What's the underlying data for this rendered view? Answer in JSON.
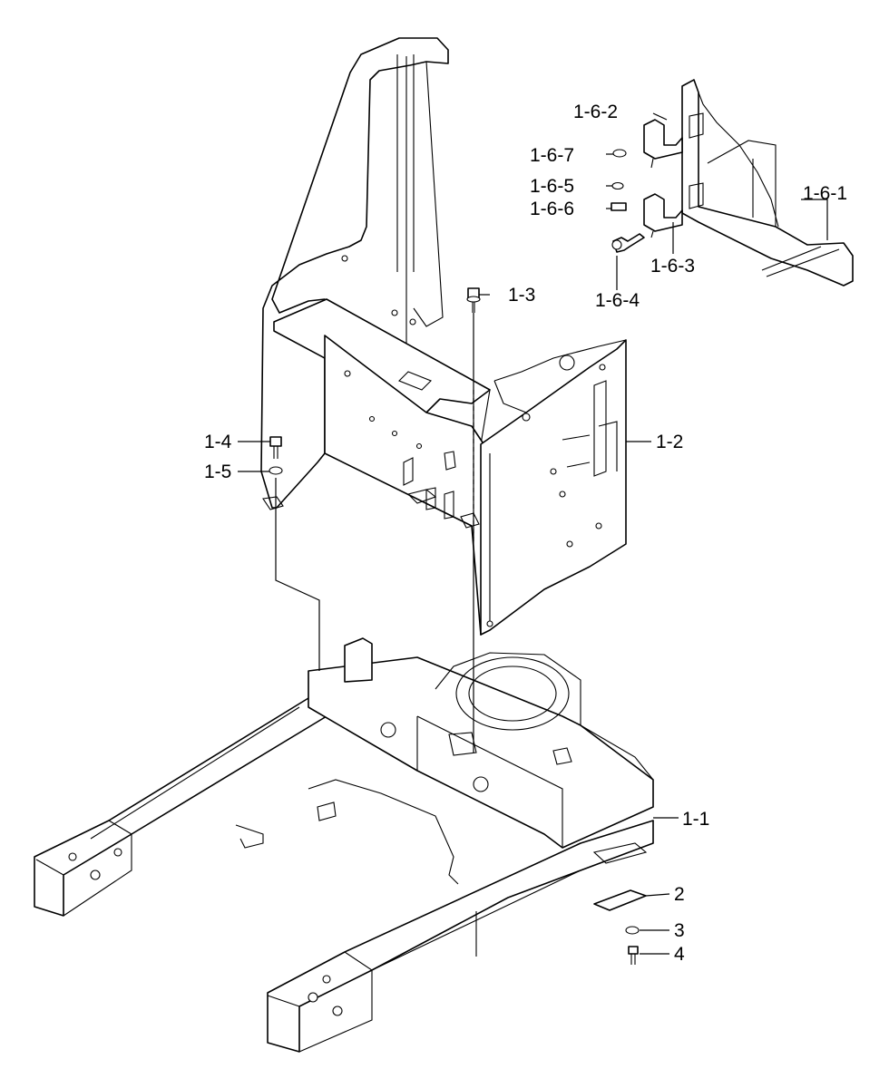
{
  "labels": {
    "p_1_1": "1-1",
    "p_1_2": "1-2",
    "p_1_3": "1-3",
    "p_1_4": "1-4",
    "p_1_5": "1-5",
    "p_1_6_1": "1-6-1",
    "p_1_6_2": "1-6-2",
    "p_1_6_3": "1-6-3",
    "p_1_6_4": "1-6-4",
    "p_1_6_5": "1-6-5",
    "p_1_6_6": "1-6-6",
    "p_1_6_7": "1-6-7",
    "p_2": "2",
    "p_3": "3",
    "p_4": "4"
  }
}
